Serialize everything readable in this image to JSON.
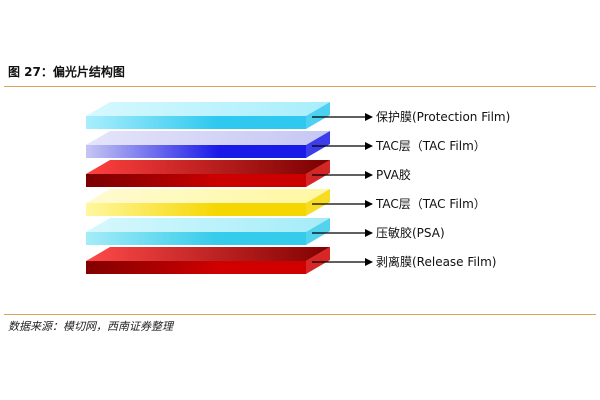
{
  "figure": {
    "title": "图 27：偏光片结构图",
    "source": "数据来源：模切网，西南证券整理"
  },
  "layers": [
    {
      "label": "保护膜(Protection Film)",
      "front": "#2ec8f0",
      "back": "#a8eefc",
      "top": "#d6f8ff"
    },
    {
      "label": "TAC层（TAC Film）",
      "front": "#1a1ae8",
      "back": "#c6c6f4",
      "top": "#e4e4fb"
    },
    {
      "label": "PVA胶",
      "front": "#cc0000",
      "back": "#7a0000",
      "top": "#ff4040"
    },
    {
      "label": "TAC层（TAC Film）",
      "front": "#f6d600",
      "back": "#fff7a0",
      "top": "#fffbd0"
    },
    {
      "label": "压敏胶(PSA)",
      "front": "#35cbea",
      "back": "#a4ecf8",
      "top": "#d6f8fd"
    },
    {
      "label": "剥离膜(Release Film)",
      "front": "#d00000",
      "back": "#820000",
      "top": "#ff4a4a"
    }
  ],
  "colors": {
    "rule": "#d9a35c",
    "arrow": "#000000"
  }
}
